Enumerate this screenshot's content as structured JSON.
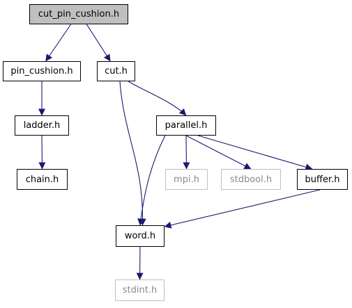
{
  "graph": {
    "edge_color": "#191970",
    "root_fill": "#bfbfbf",
    "external_border": "#bfbfbf",
    "nodes": {
      "cut_pin_cushion": "cut_pin_cushion.h",
      "pin_cushion": "pin_cushion.h",
      "cut": "cut.h",
      "ladder": "ladder.h",
      "chain": "chain.h",
      "parallel": "parallel.h",
      "mpi": "mpi.h",
      "stdbool": "stdbool.h",
      "buffer": "buffer.h",
      "word": "word.h",
      "stdint": "stdint.h"
    },
    "edges": [
      {
        "from": "cut_pin_cushion",
        "to": "pin_cushion"
      },
      {
        "from": "cut_pin_cushion",
        "to": "cut"
      },
      {
        "from": "pin_cushion",
        "to": "ladder"
      },
      {
        "from": "ladder",
        "to": "chain"
      },
      {
        "from": "cut",
        "to": "parallel"
      },
      {
        "from": "cut",
        "to": "word"
      },
      {
        "from": "parallel",
        "to": "word"
      },
      {
        "from": "parallel",
        "to": "mpi"
      },
      {
        "from": "parallel",
        "to": "stdbool"
      },
      {
        "from": "parallel",
        "to": "buffer"
      },
      {
        "from": "buffer",
        "to": "word"
      },
      {
        "from": "word",
        "to": "stdint"
      }
    ]
  }
}
